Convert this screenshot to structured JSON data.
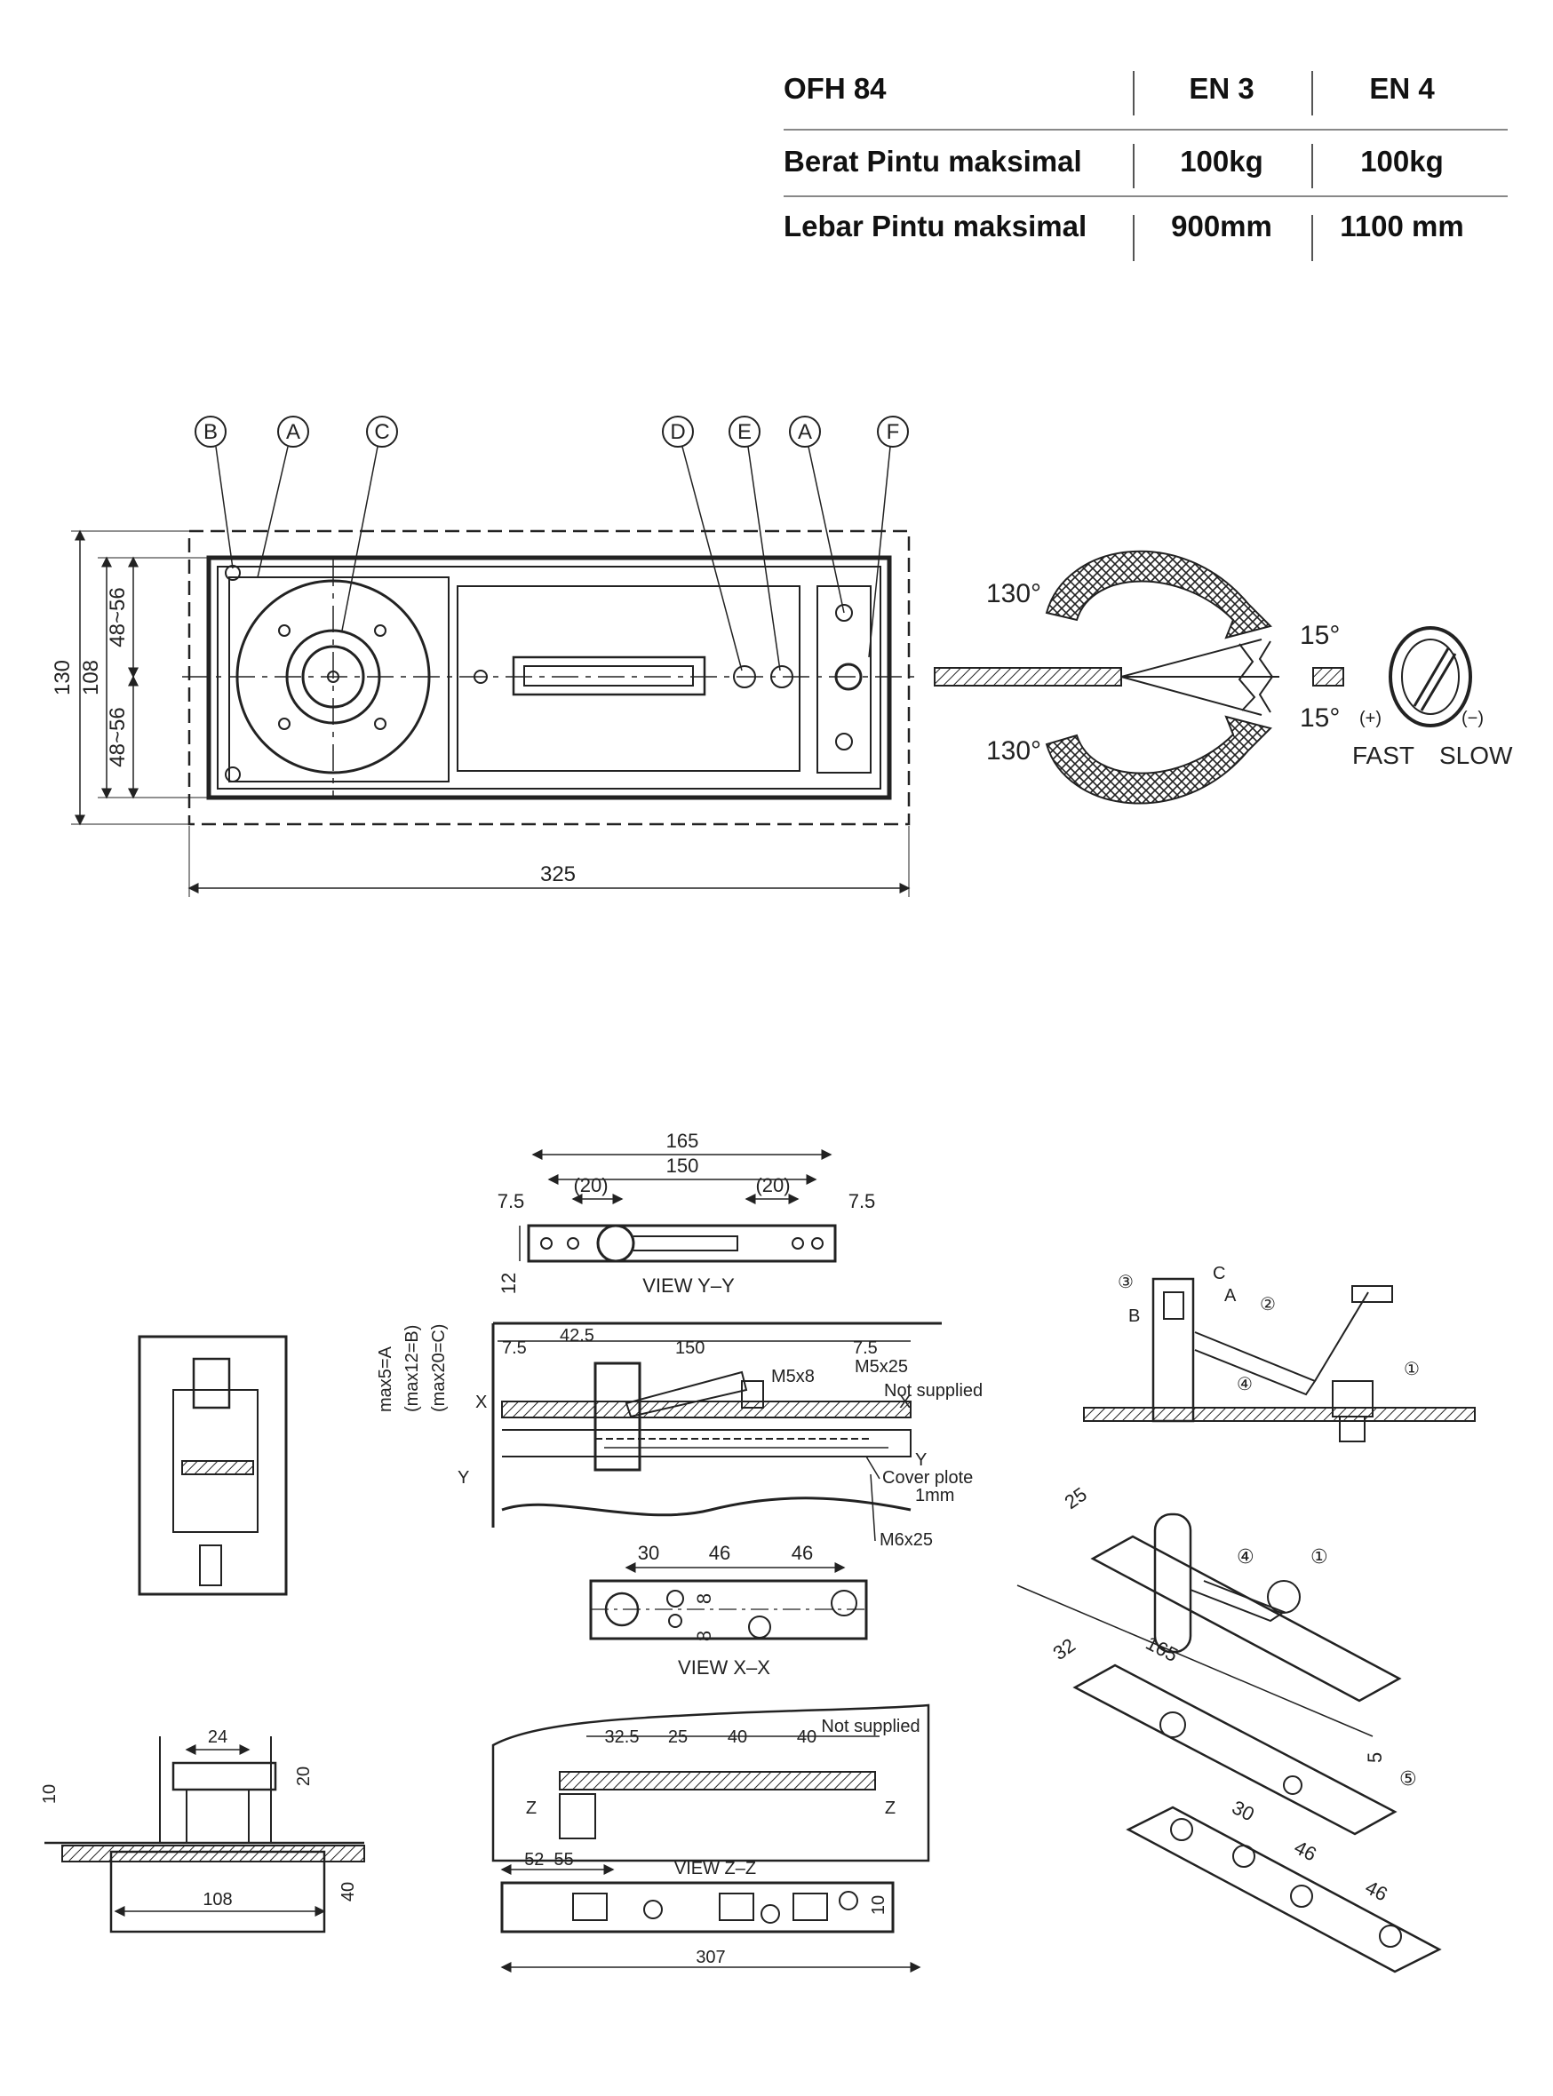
{
  "spec_table": {
    "header": {
      "model": "OFH 84",
      "col1": "EN 3",
      "col2": "EN 4"
    },
    "rows": [
      {
        "label": "Berat Pintu maksimal",
        "col1": "100kg",
        "col2": "100kg"
      },
      {
        "label": "Lebar Pintu maksimal",
        "col1": "900mm",
        "col2": "1100 mm"
      }
    ]
  },
  "top_drawing": {
    "callouts": [
      "B",
      "A",
      "C",
      "D",
      "E",
      "A",
      "F"
    ],
    "dim_130": "130",
    "dim_108": "108",
    "dim_48_56_top": "48~56",
    "dim_48_56_bottom": "48~56",
    "dim_325": "325"
  },
  "adjust_diagram": {
    "angle_top": "130°",
    "angle_bottom": "130°",
    "small_top": "15°",
    "small_bottom": "15°",
    "plus": "(+)",
    "minus": "(−)",
    "fast": "FAST",
    "slow": "SLOW"
  },
  "lower_drawing": {
    "view_yy": {
      "d165": "165",
      "d150": "150",
      "d20a": "(20)",
      "d20b": "(20)",
      "d7_5a": "7.5",
      "d7_5b": "7.5",
      "d12": "12",
      "label": "VIEW  Y–Y"
    },
    "section": {
      "d7_5a": "7.5",
      "d42_5": "42.5",
      "d150": "150",
      "d7_5b": "7.5",
      "m5x8": "M5x8",
      "m5x25": "M5x25",
      "not_supplied": "Not  supplied",
      "cover_plate": "Cover  plote",
      "one_mm": "1mm",
      "m6x25": "M6x25",
      "max5": "max5=A",
      "max12": "(max12=B)",
      "max20": "(max20=C)",
      "x1": "X",
      "x2": "X",
      "y1": "Y",
      "y2": "Y"
    },
    "view_xx": {
      "d30": "30",
      "d46a": "46",
      "d46b": "46",
      "d8a": "8",
      "d8b": "8",
      "label": "VIEW  X–X"
    },
    "view_zz": {
      "d32_5": "32.5",
      "d25": "25",
      "d40a": "40",
      "d40b": "40",
      "not_supplied": "Not  supplied",
      "z1": "Z",
      "z2": "Z",
      "d52_55": "52–55",
      "label": "VIEW  Z–Z",
      "d10": "10",
      "d307": "307"
    },
    "end_view": {
      "d24": "24",
      "d20": "20",
      "d10": "10",
      "d108": "108",
      "d40": "40"
    },
    "pivot_small": {
      "n3": "③",
      "c": "C",
      "a": "A",
      "b": "B",
      "n2": "②",
      "n4": "④",
      "n1": "①"
    },
    "pivot_iso": {
      "d25": "25",
      "d165": "165",
      "d32": "32",
      "n4": "④",
      "n1": "①",
      "n5": "⑤",
      "d5": "5",
      "d30": "30",
      "d46a": "46",
      "d46b": "46"
    }
  },
  "colors": {
    "text": "#111111",
    "line": "#222222",
    "divider": "#888888"
  }
}
